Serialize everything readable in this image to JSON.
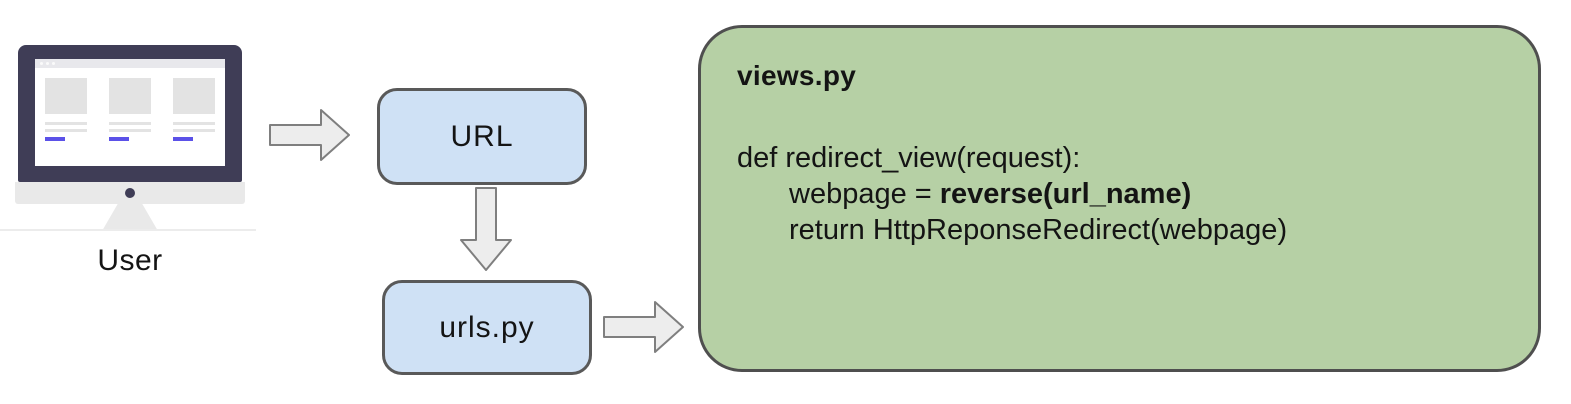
{
  "colors": {
    "monitor_dark": "#3f3d56",
    "accent_purple": "#5b51e8",
    "box_fill": "#cfe1f5",
    "box_border": "#595959",
    "panel_fill": "#b6d0a5",
    "panel_border": "#4f4f4f",
    "arrow_fill": "#ededed",
    "arrow_stroke": "#7f7f7f",
    "text_color": "#141414"
  },
  "user": {
    "label": "User"
  },
  "boxes": {
    "url": "URL",
    "urls_py": "urls.py"
  },
  "panel": {
    "title": "views.py",
    "code": {
      "line1": "def redirect_view(request):",
      "line2_normal": "webpage = ",
      "line2_bold": "reverse(url_name)",
      "line3": "return HttpReponseRedirect(webpage)"
    }
  }
}
